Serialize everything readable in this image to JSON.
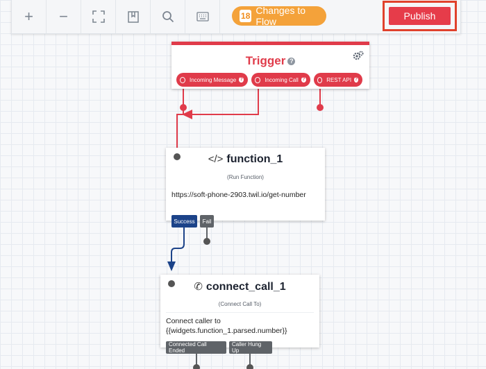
{
  "toolbar": {
    "zoom_in": "+",
    "zoom_out": "−",
    "changes_count": "18",
    "changes_label": "Changes to Flow",
    "publish_label": "Publish"
  },
  "trigger": {
    "title": "Trigger",
    "help": "?",
    "ports": [
      {
        "label": "Incoming Message"
      },
      {
        "label": "Incoming Call"
      },
      {
        "label": "REST API"
      }
    ]
  },
  "function_widget": {
    "name": "function_1",
    "subtitle": "(Run Function)",
    "body": "https://soft-phone-2903.twil.io/get-number",
    "ports": [
      {
        "label": "Success"
      },
      {
        "label": "Fail"
      }
    ]
  },
  "connect_widget": {
    "name": "connect_call_1",
    "subtitle": "(Connect Call To)",
    "body_line1": "Connect caller to",
    "body_line2": "{{widgets.function_1.parsed.number}}",
    "ports": [
      {
        "label": "Connected Call Ended"
      },
      {
        "label": "Caller Hung Up"
      }
    ]
  },
  "colors": {
    "trigger_red": "#e03b4a",
    "success_blue": "#1c4389",
    "fail_gray": "#5f6368",
    "changes_orange": "#f4a23a",
    "publish_red": "#e63c4a",
    "highlight_border": "#e0412c"
  }
}
